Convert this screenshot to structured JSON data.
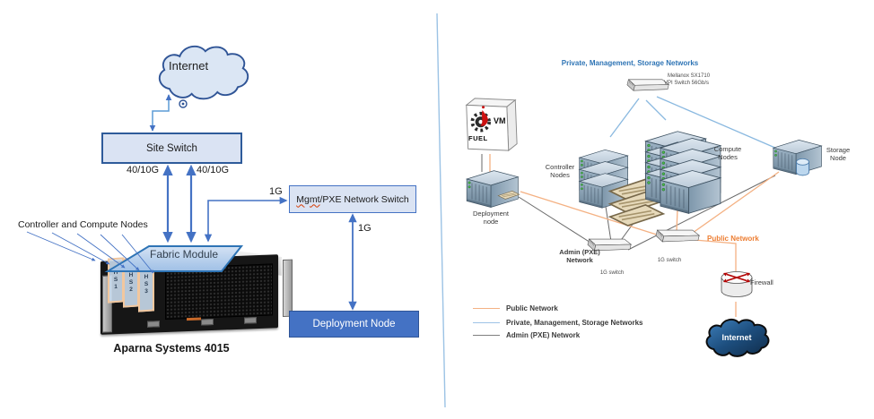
{
  "left_diagram": {
    "internet_label": "Internet",
    "site_switch": "Site Switch",
    "link_40_10g_left": "40/10G",
    "link_40_10g_right": "40/10G",
    "link_1g_top": "1G",
    "mgmt_switch_prefix": "Mgmt",
    "mgmt_switch_suffix": "/PXE Network Switch",
    "link_1g_right": "1G",
    "deployment_node": "Deployment Node",
    "controller_compute_label": "Controller and Compute Nodes",
    "fabric_module": "Fabric Module",
    "chassis_caption": "Aparna Systems 4015",
    "cards": [
      "HS1",
      "HS2",
      "HS3"
    ]
  },
  "right_diagram": {
    "networks_title": "Private, Management, Storage Networks",
    "mellanox_line1": "Mellanox SX1710",
    "mellanox_line2": "VPI Switch 56Gb/s",
    "fuel_vm": "VM",
    "fuel": "FUEL",
    "deployment_node": "Deployment node",
    "controller_nodes": "Controller Nodes",
    "compute_nodes": "Compute Nodes",
    "storage_node": "Storage Node",
    "admin_network": "Admin (PXE) Network",
    "switch1_label": "1G switch",
    "switch2_label": "1G switch",
    "public_network": "Public Network",
    "firewall": "Firewall",
    "internet_label": "Internet",
    "legend": [
      {
        "label": "Public Network",
        "color": "#f4b183"
      },
      {
        "label": "Private, Management, Storage Networks",
        "color": "#9dc3e6"
      },
      {
        "label": "Admin (PXE) Network",
        "color": "#7f7f7f"
      }
    ]
  },
  "colors": {
    "accent_blue": "#4472c4",
    "box_fill": "#dae3f3",
    "deployment_fill": "#4472c4",
    "public_orange": "#f4b183",
    "private_blue": "#9dc3e6",
    "admin_gray": "#6a6a6a",
    "title_blue": "#2e74b5",
    "orange_label": "#ed7d31"
  }
}
